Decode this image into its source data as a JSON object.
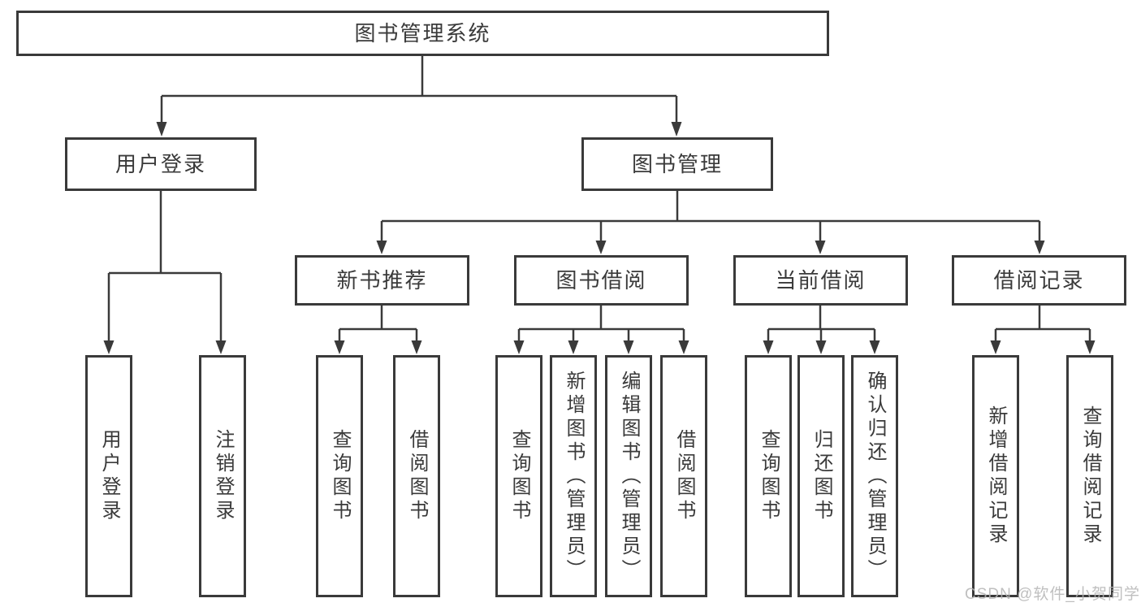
{
  "diagram": {
    "title": "图书管理系统",
    "level2": [
      {
        "label": "用户登录"
      },
      {
        "label": "图书管理"
      }
    ],
    "level3": [
      {
        "label": "新书推荐",
        "parent": "图书管理"
      },
      {
        "label": "图书借阅",
        "parent": "图书管理"
      },
      {
        "label": "当前借阅",
        "parent": "图书管理"
      },
      {
        "label": "借阅记录",
        "parent": "图书管理"
      }
    ],
    "leaves": [
      {
        "label": "用户登录",
        "parent": "用户登录"
      },
      {
        "label": "注销登录",
        "parent": "用户登录"
      },
      {
        "label": "查询图书",
        "parent": "新书推荐"
      },
      {
        "label": "借阅图书",
        "parent": "新书推荐"
      },
      {
        "label": "查询图书",
        "parent": "图书借阅"
      },
      {
        "label": "新增图书（管理员）",
        "parent": "图书借阅"
      },
      {
        "label": "编辑图书（管理员）",
        "parent": "图书借阅"
      },
      {
        "label": "借阅图书",
        "parent": "图书借阅"
      },
      {
        "label": "查询图书",
        "parent": "当前借阅"
      },
      {
        "label": "归还图书",
        "parent": "当前借阅"
      },
      {
        "label": "确认归还（管理员）",
        "parent": "当前借阅"
      },
      {
        "label": "新增借阅记录",
        "parent": "借阅记录"
      },
      {
        "label": "查询借阅记录",
        "parent": "借阅记录"
      }
    ],
    "watermark": "CSDN @软件_小贺同学",
    "colors": {
      "line": "#3a3a3a",
      "text": "#3a3a3a",
      "watermark": "#b5b5b5",
      "background": "#ffffff"
    }
  }
}
